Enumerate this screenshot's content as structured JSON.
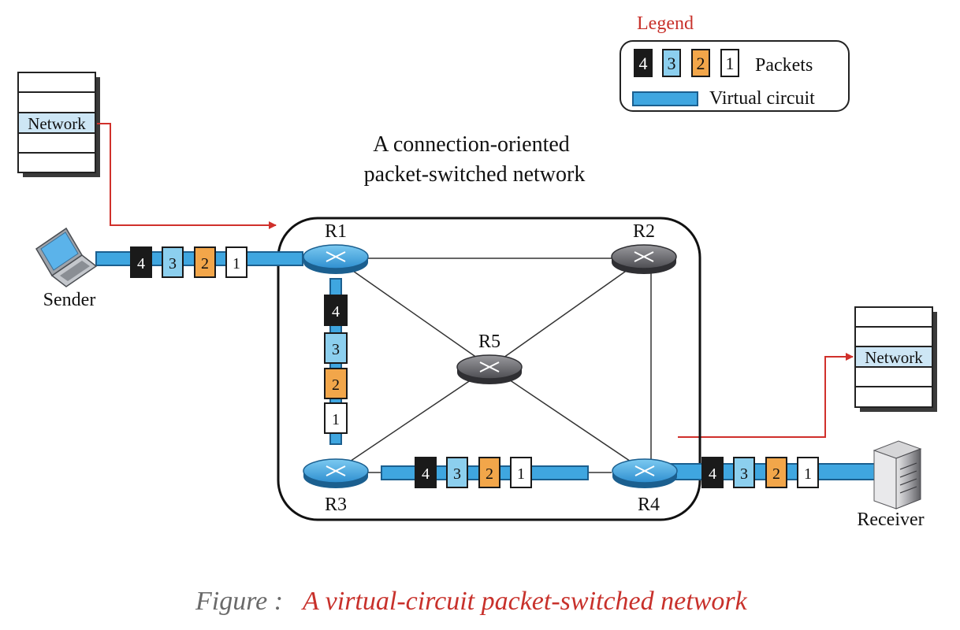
{
  "legend": {
    "title": "Legend",
    "packets_label": "Packets",
    "circuit_label": "Virtual circuit",
    "packet_numbers": [
      "4",
      "3",
      "2",
      "1"
    ]
  },
  "network_title": {
    "line1": "A connection-oriented",
    "line2": "packet-switched network"
  },
  "routers": {
    "r1": "R1",
    "r2": "R2",
    "r3": "R3",
    "r4": "R4",
    "r5": "R5"
  },
  "sender": {
    "label": "Sender",
    "stack_layer": "Network"
  },
  "receiver": {
    "label": "Receiver",
    "stack_layer": "Network"
  },
  "packets": {
    "p4": "4",
    "p3": "3",
    "p2": "2",
    "p1": "1"
  },
  "caption": {
    "prefix": "Figure :",
    "title": "A virtual-circuit packet-switched network"
  },
  "colors": {
    "circuit": "#3fa6e0",
    "circuit_dark": "#1b5f8f",
    "packet4": "#1a1a1a",
    "packet3": "#8ccfee",
    "packet2": "#f2a64a",
    "packet1": "#ffffff",
    "arrow": "#d0302b",
    "router_active": "#4fb2e6",
    "router_idle": "#6e6e72",
    "stack_highlight": "#cde6f5",
    "caption_gray": "#6a6a6a",
    "caption_red": "#c8312b"
  }
}
